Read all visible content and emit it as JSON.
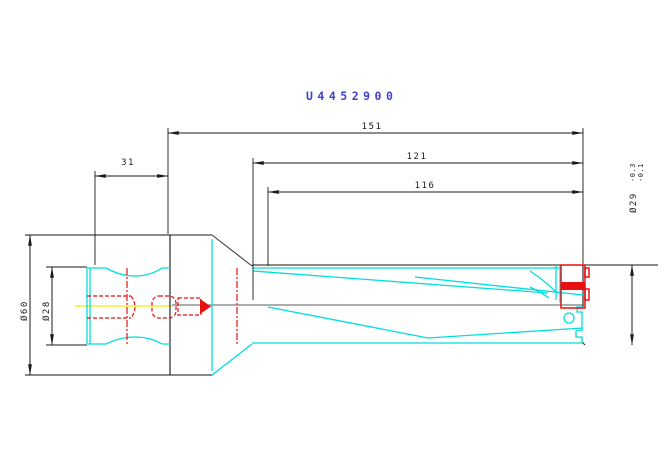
{
  "drawing": {
    "title": "U4452900",
    "dims": {
      "overall_length": "151",
      "body_length": "121",
      "flute_length": "116",
      "shank_length": "31",
      "flange_diameter": "Ø60",
      "shank_diameter": "Ø28",
      "cutting_diameter": "Ø29",
      "cutting_tol_upper": "-0.3",
      "cutting_tol_lower": "-0.1"
    },
    "colors": {
      "title": "#3f3fd0",
      "geometry": "#00dede",
      "hidden": "#e81010",
      "centerline": "#f0ef00",
      "dimension": "#1b1b1b"
    }
  }
}
